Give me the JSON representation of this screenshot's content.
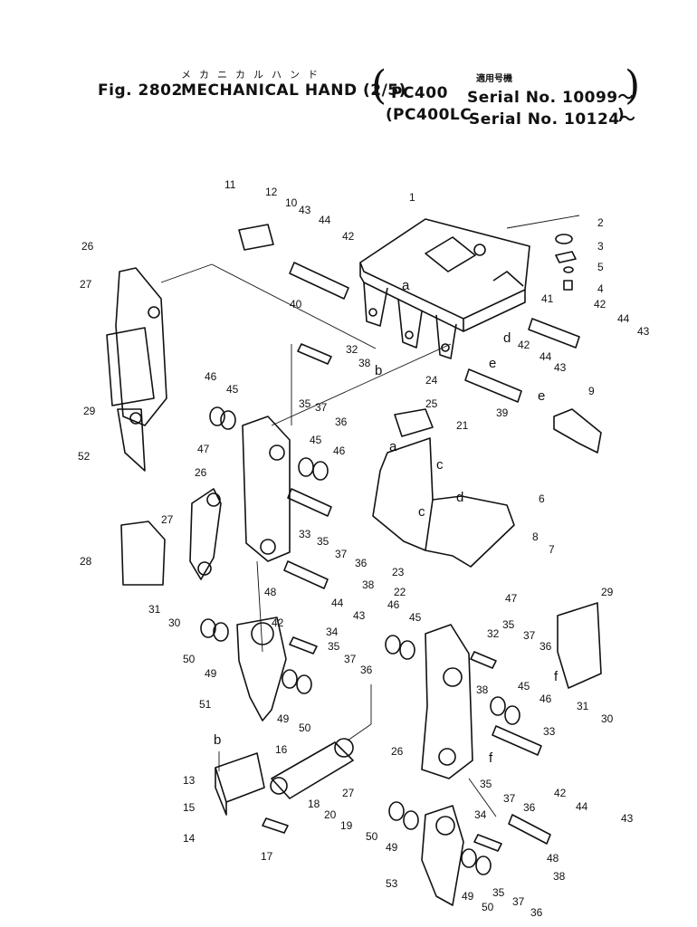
{
  "header": {
    "figure": "Fig. 2802",
    "title": "MECHANICAL HAND (2/5)",
    "title_kana": "メカニカルハンド",
    "applicable_label": "適用号機",
    "models": [
      {
        "model": "PC400",
        "serial": "Serial No. 10099～"
      },
      {
        "model": "PC400LC",
        "serial": "Serial No. 10124～"
      }
    ]
  },
  "callouts": [
    "1",
    "2",
    "3",
    "4",
    "5",
    "6",
    "7",
    "8",
    "9",
    "10",
    "11",
    "12",
    "13",
    "14",
    "15",
    "16",
    "17",
    "18",
    "19",
    "20",
    "21",
    "22",
    "23",
    "24",
    "25",
    "26",
    "27",
    "28",
    "29",
    "30",
    "31",
    "32",
    "33",
    "34",
    "35",
    "36",
    "37",
    "38",
    "39",
    "40",
    "41",
    "42",
    "43",
    "44",
    "45",
    "46",
    "47",
    "48",
    "49",
    "50",
    "51",
    "52",
    "53"
  ],
  "reference_letters": [
    "a",
    "b",
    "c",
    "d",
    "e",
    "f"
  ]
}
